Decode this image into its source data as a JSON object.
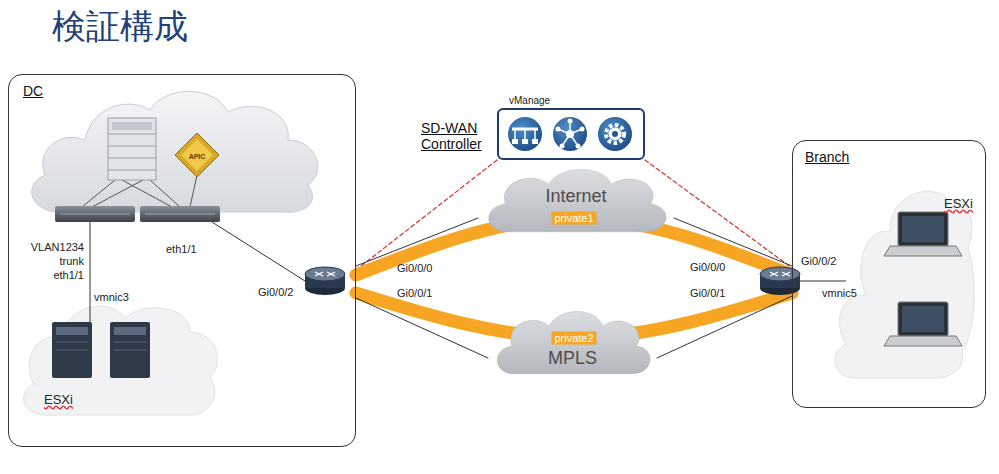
{
  "diagram": {
    "title": "検証構成",
    "nodes": [
      {
        "text": [
          "DC"
        ]
      },
      {
        "text": [
          "vManage",
          "SD-WAN Controller"
        ]
      },
      {
        "text": [
          "Internet"
        ]
      },
      {
        "text": [
          "MPLS"
        ]
      },
      {
        "text": [
          "Branch"
        ]
      }
    ],
    "edges": [
      {
        "from": 1,
        "to": 0,
        "arrow": "none"
      },
      {
        "from": 1,
        "to": 4,
        "arrow": "none"
      },
      {
        "from": 0,
        "to": 4,
        "label": "private1",
        "arrow": "none"
      },
      {
        "from": 0,
        "to": 4,
        "label": "private2",
        "arrow": "none"
      },
      {
        "from": 0,
        "to": 2,
        "arrow": "none"
      },
      {
        "from": 2,
        "to": 4,
        "arrow": "none"
      },
      {
        "from": 0,
        "to": 3,
        "arrow": "none"
      },
      {
        "from": 3,
        "to": 4,
        "arrow": "none"
      }
    ],
    "labels": [
      "APIC",
      "VLAN1234",
      "trunk",
      "eth1/1",
      "eth1/1",
      "vmnic3",
      "ESXi",
      "Gi0/0/2",
      "Gi0/0/0",
      "Gi0/0/1",
      "Gi0/0/0",
      "Gi0/0/1",
      "Gi0/0/2",
      "vmnic5",
      "ESXi"
    ]
  }
}
